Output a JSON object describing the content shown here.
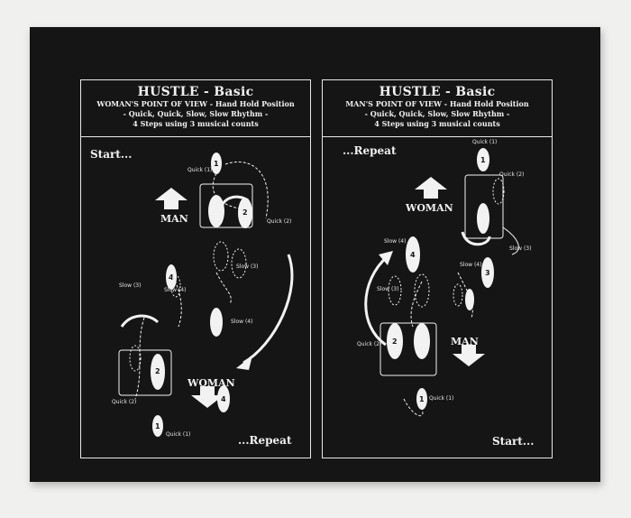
{
  "panels": [
    {
      "title": "HUSTLE - Basic",
      "subtitle": "WOMAN'S POINT OF VIEW - Hand Hold Position",
      "rhythm": "- Quick, Quick, Slow, Slow Rhythm -",
      "steps": "4 Steps using 3 musical counts",
      "start_label": "Start...",
      "end_label": "...Repeat",
      "up_arrow_label": "MAN",
      "down_arrow_label": "WOMAN",
      "step_labels": [
        "Quick (1)",
        "Quick (2)",
        "Slow (3)",
        "Slow (4)",
        "Slow (3)",
        "Slow (4)",
        "Quick (2)",
        "Quick (1)"
      ]
    },
    {
      "title": "HUSTLE - Basic",
      "subtitle": "MAN'S POINT OF VIEW - Hand Hold Position",
      "rhythm": "- Quick, Quick, Slow, Slow Rhythm -",
      "steps": "4 Steps using 3 musical counts",
      "start_label": "...Repeat",
      "end_label": "Start...",
      "up_arrow_label": "WOMAN",
      "down_arrow_label": "MAN",
      "step_labels": [
        "Quick (1)",
        "Quick (2)",
        "Slow (3)",
        "Slow (4)",
        "Slow (4)",
        "Slow (3)",
        "Quick (2)",
        "Quick (1)"
      ]
    }
  ],
  "colors": {
    "board": "#151515",
    "ink": "#f2f2f2",
    "wall": "#f0f0ee"
  }
}
